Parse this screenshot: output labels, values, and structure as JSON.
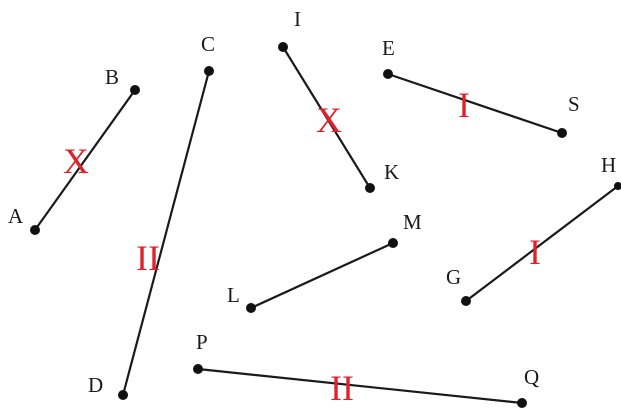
{
  "points": {
    "A": "A",
    "B": "B",
    "C": "C",
    "D": "D",
    "E": "E",
    "S": "S",
    "I": "I",
    "K": "K",
    "L": "L",
    "M": "M",
    "G": "G",
    "H": "H",
    "P": "P",
    "Q": "Q"
  },
  "marks": {
    "AB": "X",
    "CD": "II",
    "IK": "X",
    "ES": "I",
    "GH": "I",
    "PQ": "II"
  },
  "colors": {
    "line": "#1a1a1a",
    "point": "#111111",
    "mark": "#e0212b"
  }
}
